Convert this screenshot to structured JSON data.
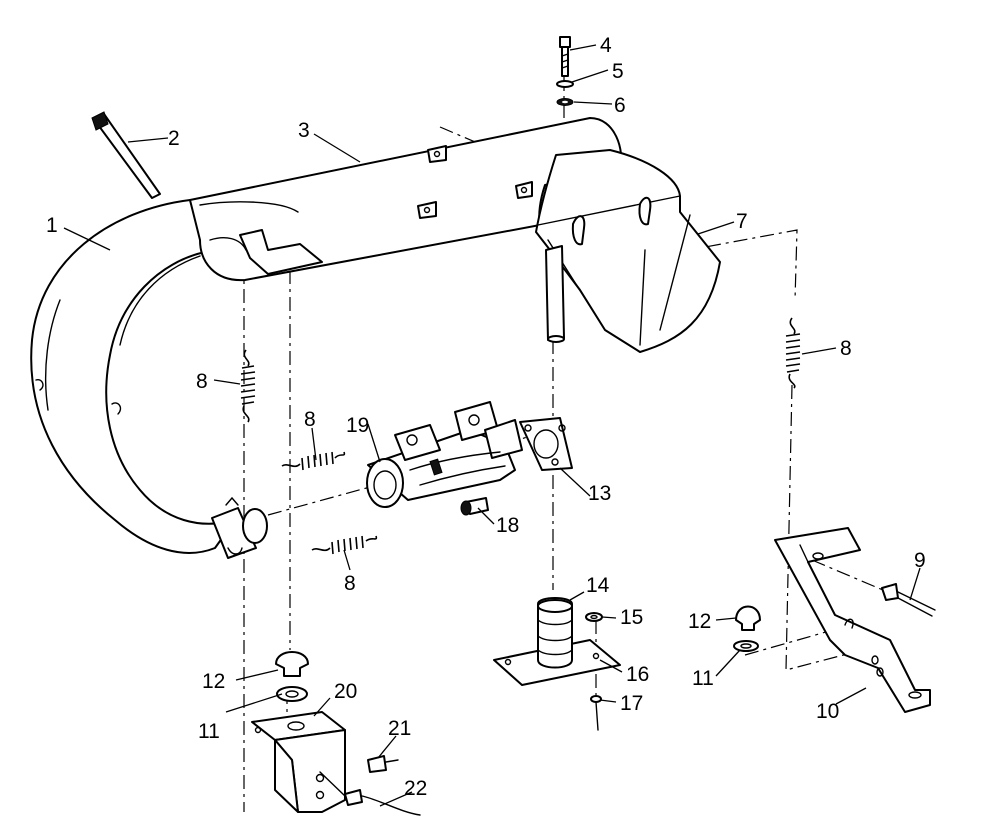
{
  "callouts": [
    {
      "id": "c1",
      "text": "1"
    },
    {
      "id": "c2",
      "text": "2"
    },
    {
      "id": "c3",
      "text": "3"
    },
    {
      "id": "c4",
      "text": "4"
    },
    {
      "id": "c5",
      "text": "5"
    },
    {
      "id": "c6",
      "text": "6"
    },
    {
      "id": "c7",
      "text": "7"
    },
    {
      "id": "c8a",
      "text": "8"
    },
    {
      "id": "c8b",
      "text": "8"
    },
    {
      "id": "c8c",
      "text": "8"
    },
    {
      "id": "c8d",
      "text": "8"
    },
    {
      "id": "c9",
      "text": "9"
    },
    {
      "id": "c10",
      "text": "10"
    },
    {
      "id": "c11a",
      "text": "11"
    },
    {
      "id": "c11b",
      "text": "11"
    },
    {
      "id": "c12a",
      "text": "12"
    },
    {
      "id": "c12b",
      "text": "12"
    },
    {
      "id": "c13",
      "text": "13"
    },
    {
      "id": "c14",
      "text": "14"
    },
    {
      "id": "c15",
      "text": "15"
    },
    {
      "id": "c16",
      "text": "16"
    },
    {
      "id": "c17",
      "text": "17"
    },
    {
      "id": "c18",
      "text": "18"
    },
    {
      "id": "c19",
      "text": "19"
    },
    {
      "id": "c20",
      "text": "20"
    },
    {
      "id": "c21",
      "text": "21"
    },
    {
      "id": "c22",
      "text": "22"
    }
  ]
}
